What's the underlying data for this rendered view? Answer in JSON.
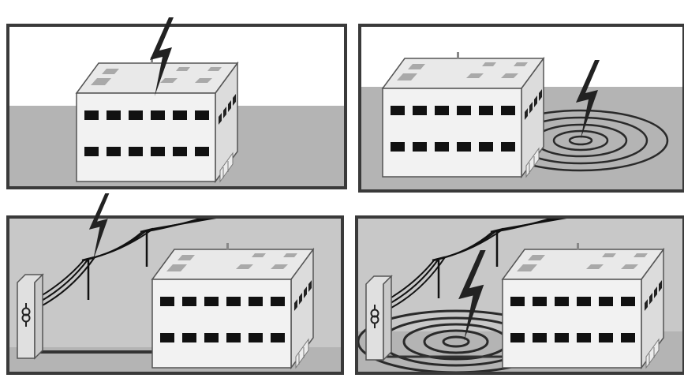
{
  "panels": [
    {
      "id": "direct-strike-roof",
      "strike_target": "roof",
      "ground_rings": false,
      "power_line": false
    },
    {
      "id": "ground-strike-near-building",
      "strike_target": "ground",
      "ground_rings": true,
      "power_line": false
    },
    {
      "id": "strike-on-power-line",
      "strike_target": "power-line",
      "ground_rings": false,
      "power_line": true
    },
    {
      "id": "ground-strike-near-line",
      "strike_target": "ground",
      "ground_rings": true,
      "power_line": true
    }
  ],
  "icons": {
    "lightning": "lightning-bolt-icon",
    "transformer": "transformer-symbol-icon",
    "building": "office-building"
  },
  "colors": {
    "frame": "#3a3a3a",
    "ground": "#b4b4b4",
    "sky": "#ffffff",
    "dark_sky": "#c8c8c8",
    "wall_front": "#f2f2f2",
    "wall_side": "#dcdcdc",
    "roof": "#e9e9e9",
    "window": "#111111",
    "bolt": "#222222",
    "ring": "#2a2a2a"
  }
}
